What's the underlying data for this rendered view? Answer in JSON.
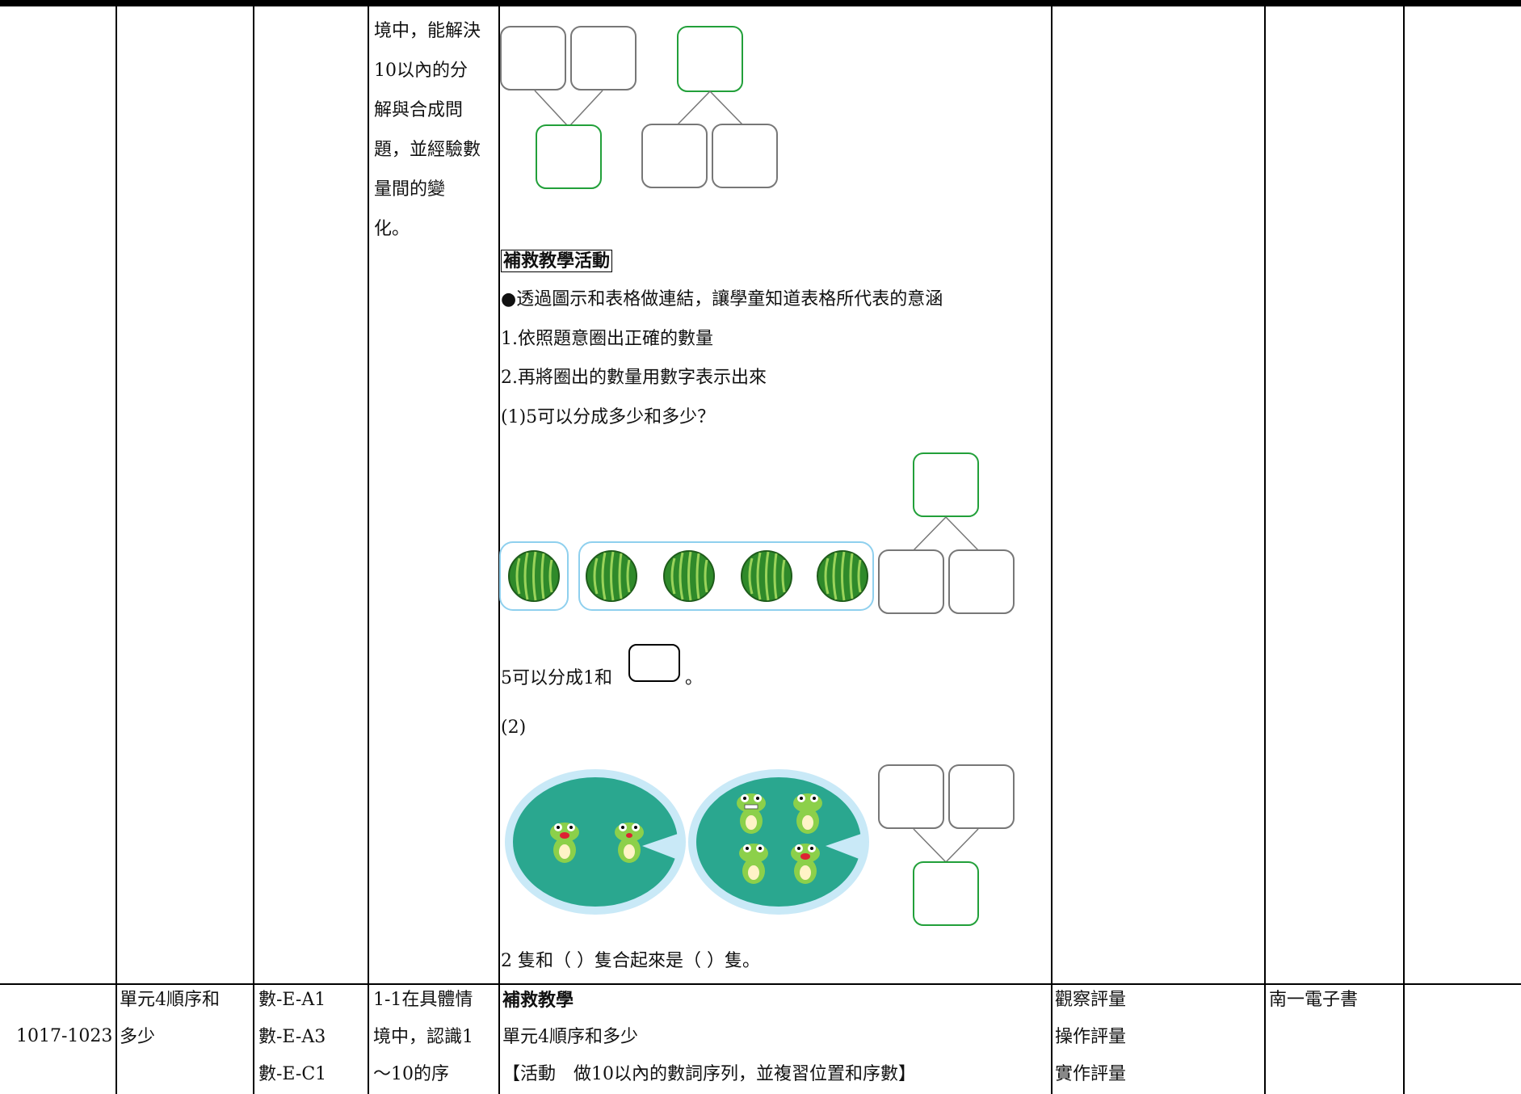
{
  "col4_top_lines": [
    "境中，能解決",
    "10以內的分",
    "解與合成問",
    "題，並經驗數",
    "量間的變",
    "化。"
  ],
  "remedial": {
    "title": "補救教學活動",
    "bullet": "●透過圖示和表格做連結，讓學童知道表格所代表的意涵",
    "step1": "1.依照題意圈出正確的數量",
    "step2": "2.再將圈出的數量用數字表示出來",
    "q1": "(1)5可以分成多少和多少？",
    "answer1_prefix": "5可以分成1和",
    "answer1_suffix": "。",
    "q2": "(2)",
    "answer2": "2 隻和（  ）隻合起來是（  ）隻。"
  },
  "row2": {
    "week": "1017-1023",
    "unit_lines": [
      "單元4順序和",
      "多少"
    ],
    "codes": [
      "數-E-A1",
      "數-E-A3",
      "數-E-C1"
    ],
    "objective_lines": [
      "1-1在具體情",
      "境中，認識1",
      "～10的序"
    ],
    "activity_title": "補救教學",
    "activity_unit": "單元4順序和多少",
    "activity_name": "【活動　做10以內的數詞序列，並複習位置和序數】",
    "assessments": [
      "觀察評量",
      "操作評量",
      "實作評量"
    ],
    "resource": "南一電子書"
  },
  "colors": {
    "green_box": "#22a03a",
    "gray_box": "#777777",
    "blue_outline": "#8fd0ee",
    "watermelon": "#2f8a2a",
    "lily_pad": "#2aa78f"
  },
  "icons": {
    "watermelon": "watermelon-icon",
    "frog": "frog-icon",
    "lily_pad": "lily-pad-icon"
  }
}
